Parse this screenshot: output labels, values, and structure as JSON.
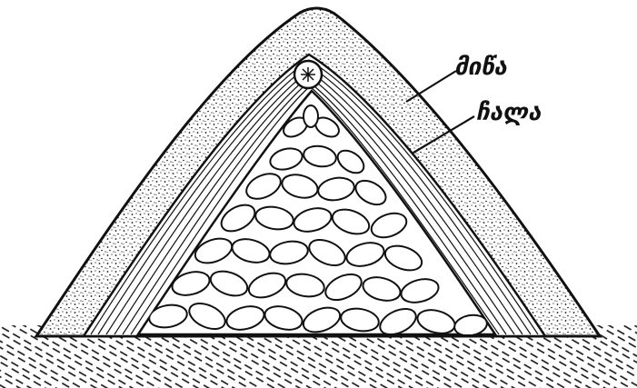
{
  "diagram": {
    "type": "cross-section illustration",
    "labels": {
      "soil": "მიწა",
      "straw": "ჩალა"
    },
    "colors": {
      "ink": "#111111",
      "paper": "#ffffff",
      "stone_fill": "#ffffff"
    }
  }
}
